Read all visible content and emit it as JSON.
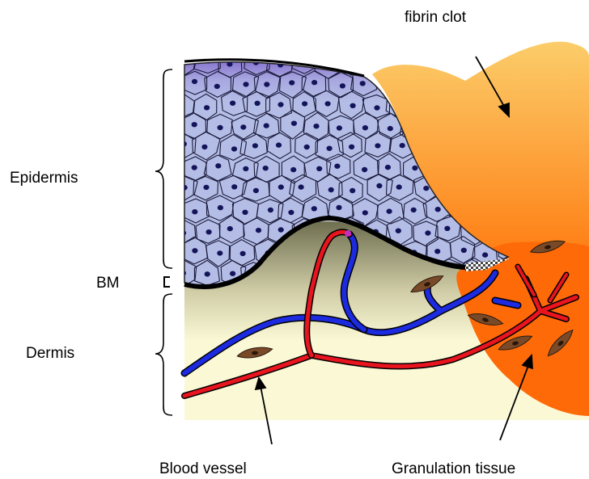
{
  "labels": {
    "fibrin_clot": "fibrin clot",
    "epidermis": "Epidermis",
    "bm": "BM",
    "dermis": "Dermis",
    "blood_vessel": "Blood vessel",
    "granulation_tissue": "Granulation tissue"
  },
  "colors": {
    "epidermis_fill": "#b4bde6",
    "epidermis_top": "#8a78d0",
    "nucleus": "#14145a",
    "dermis_light": "#fbf8d6",
    "dermis_dark": "#6e6e50",
    "clot_top": "#fbcd6a",
    "clot_bottom": "#ff7a10",
    "granulation": "#ff6a08",
    "artery": "#e8141e",
    "vein": "#1c2ae0",
    "fibroblast": "#7a4a28"
  }
}
